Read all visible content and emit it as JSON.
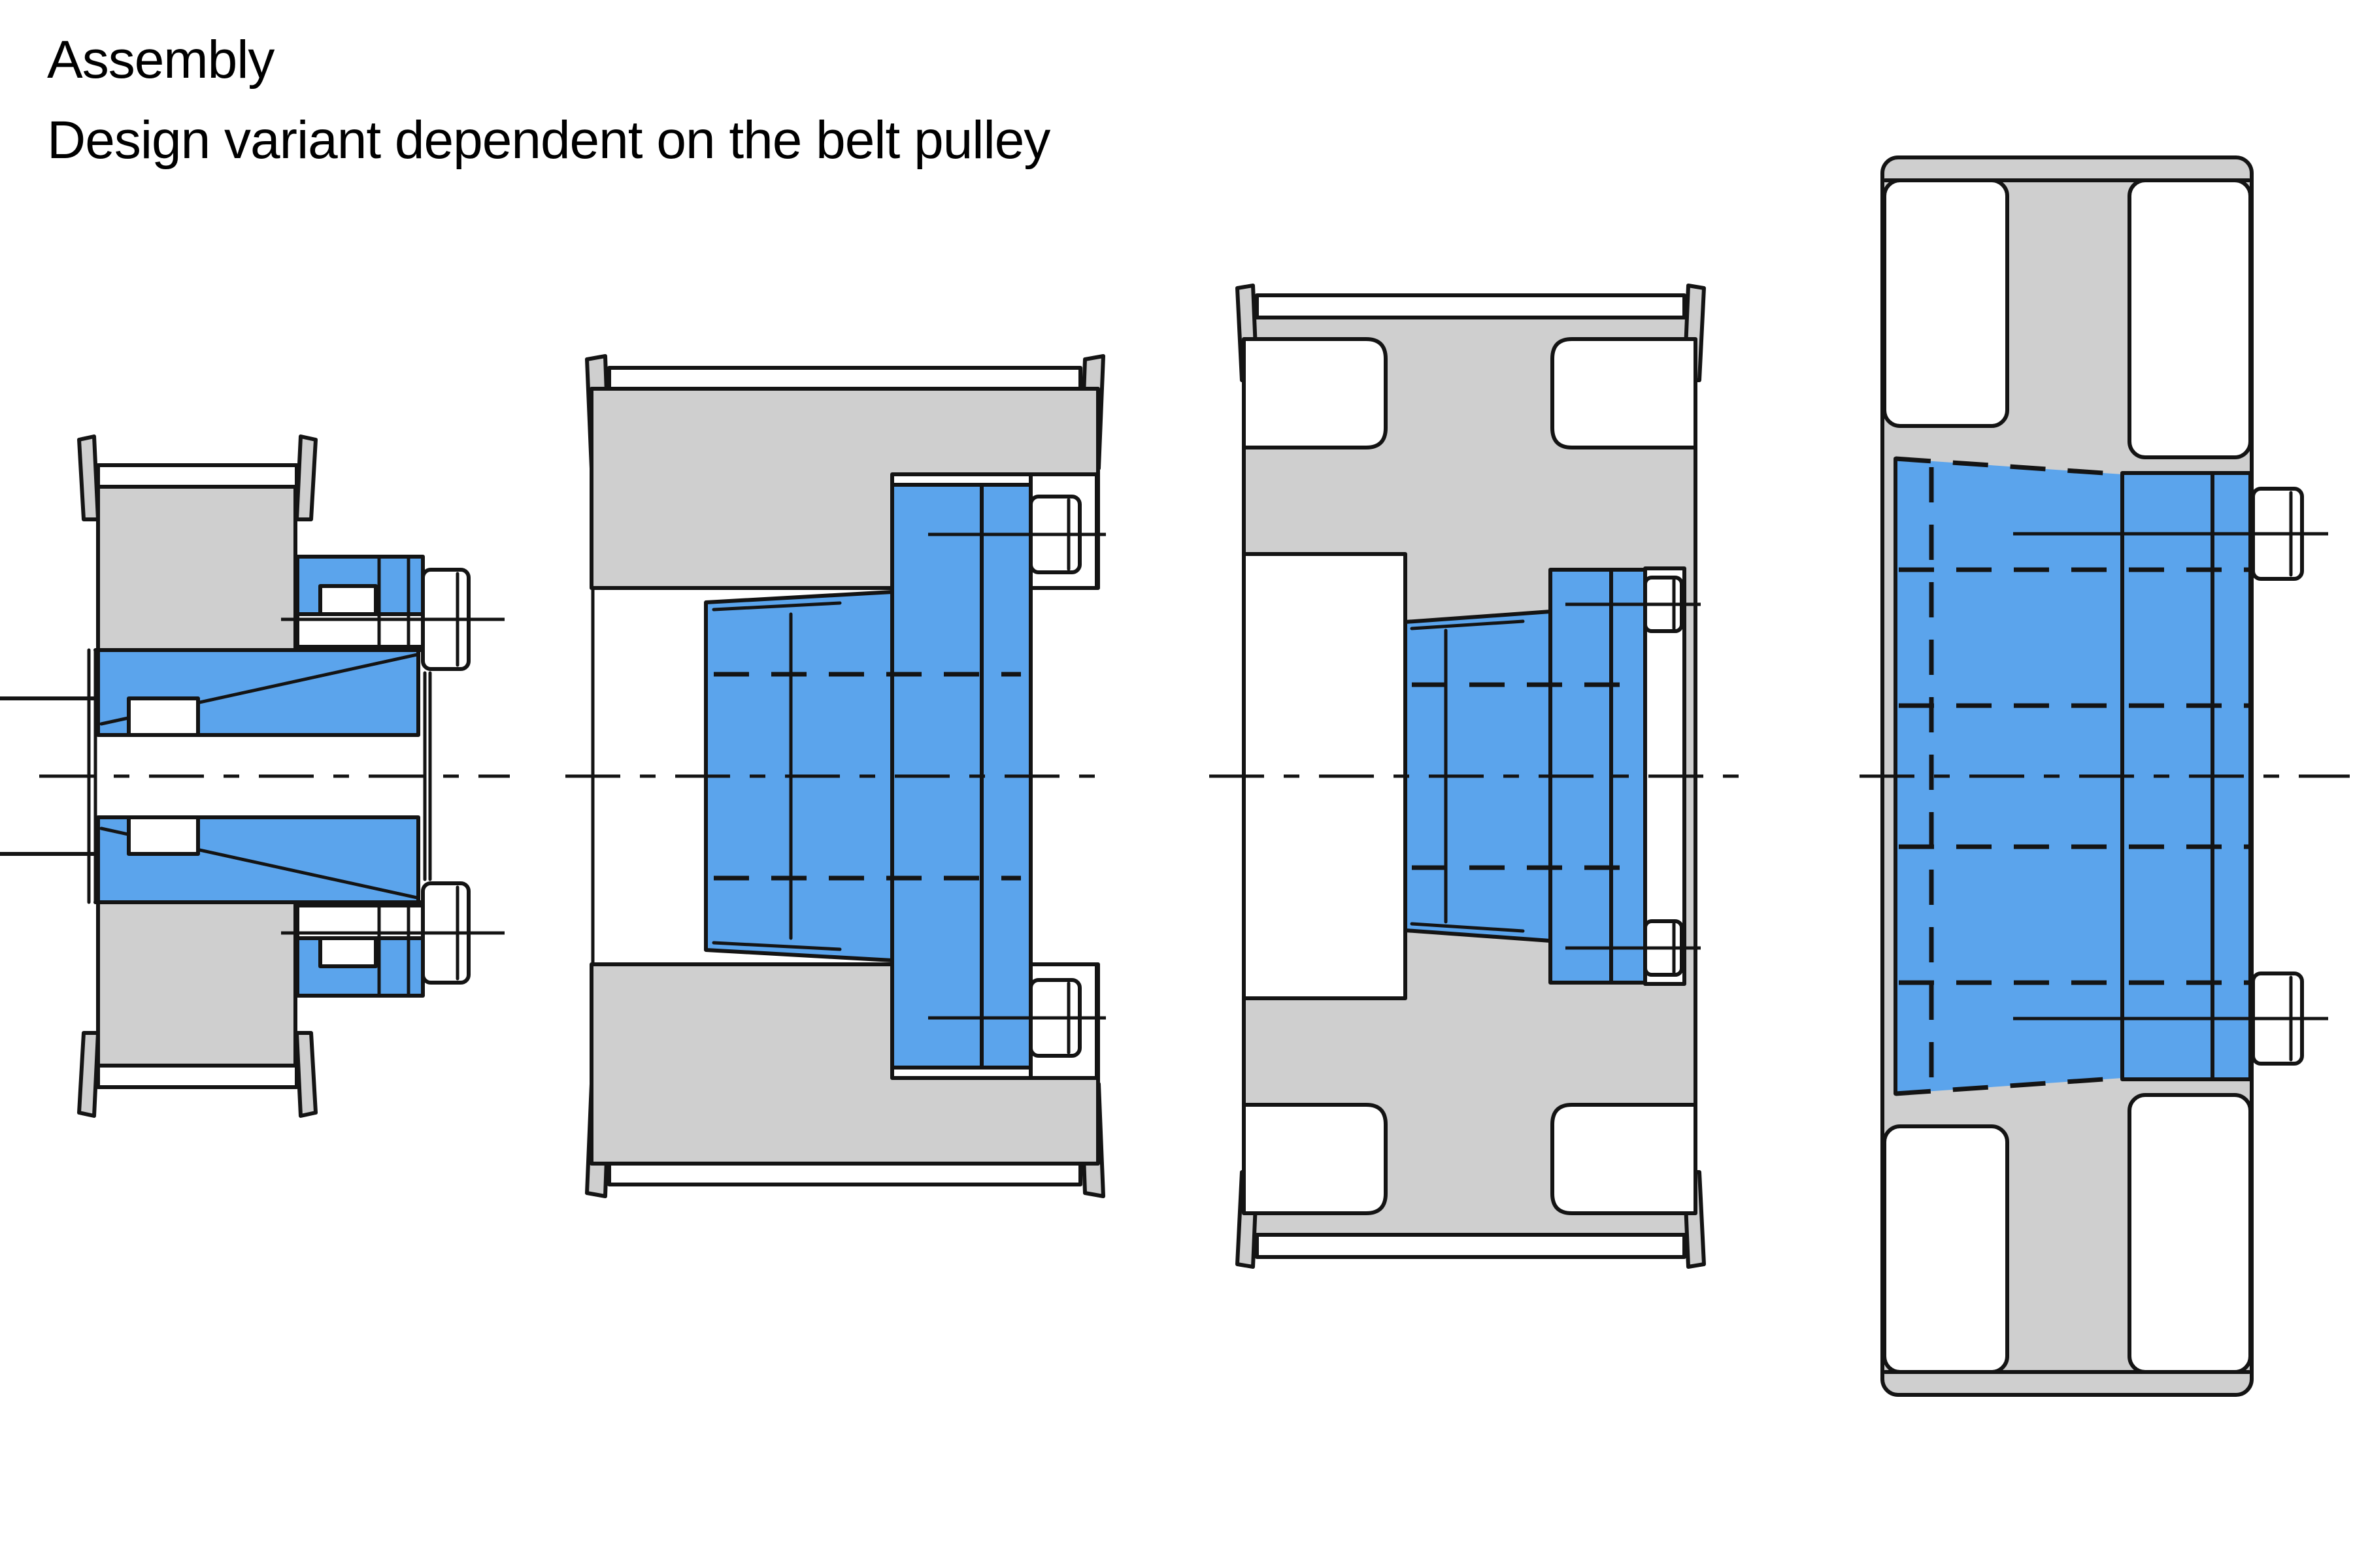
{
  "title": {
    "line1": "Assembly",
    "line2": "Design variant dependent on the belt pulley"
  },
  "colors": {
    "line": "#141414",
    "gray": "#cfcfcf",
    "blue": "#5ba4ec",
    "white": "#ffffff",
    "bg": "#ffffff",
    "title": "#000000"
  },
  "figures": [
    {
      "id": "variant-1",
      "highlighted_part_color": "#5ba4ec"
    },
    {
      "id": "variant-2",
      "highlighted_part_color": "#5ba4ec"
    },
    {
      "id": "variant-3",
      "highlighted_part_color": "#5ba4ec"
    },
    {
      "id": "variant-4",
      "highlighted_part_color": "#5ba4ec"
    }
  ]
}
